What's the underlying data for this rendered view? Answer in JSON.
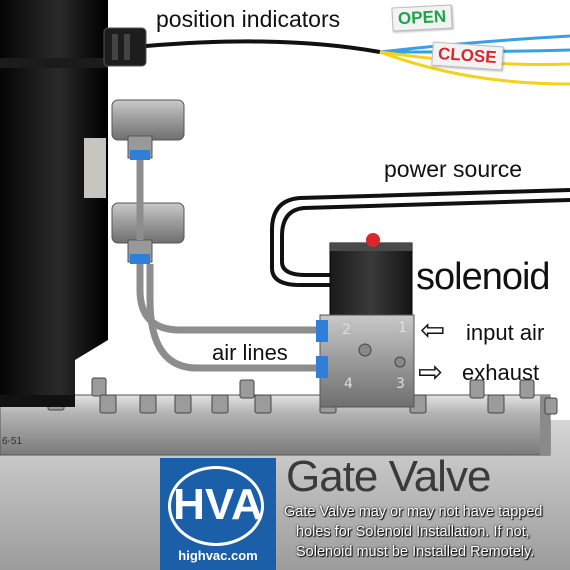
{
  "labels": {
    "position_indicators": "position indicators",
    "open": "OPEN",
    "close": "CLOSE",
    "power_source": "power source",
    "solenoid": "solenoid",
    "input_air": "input air",
    "exhaust": "exhaust",
    "air_lines": "air lines",
    "valve_mark": "6-51"
  },
  "ports": {
    "p1": "1",
    "p2": "2",
    "p3": "3",
    "p4": "4"
  },
  "logo": {
    "text": "HVA",
    "url": "highvac.com"
  },
  "title": "Gate Valve",
  "note": {
    "line1": "Gate Valve may or may not have tapped",
    "line2": "holes for Solenoid Installation. If not,",
    "line3": "Solenoid must be Installed Remotely."
  },
  "colors": {
    "open_tag": "#1fa34a",
    "close_tag": "#d9262f",
    "logo_blue": "#1a5fa8",
    "wire_blue": "#3aa0e6",
    "wire_yellow": "#f2d21a",
    "fitting_blue": "#2f7fd8"
  }
}
